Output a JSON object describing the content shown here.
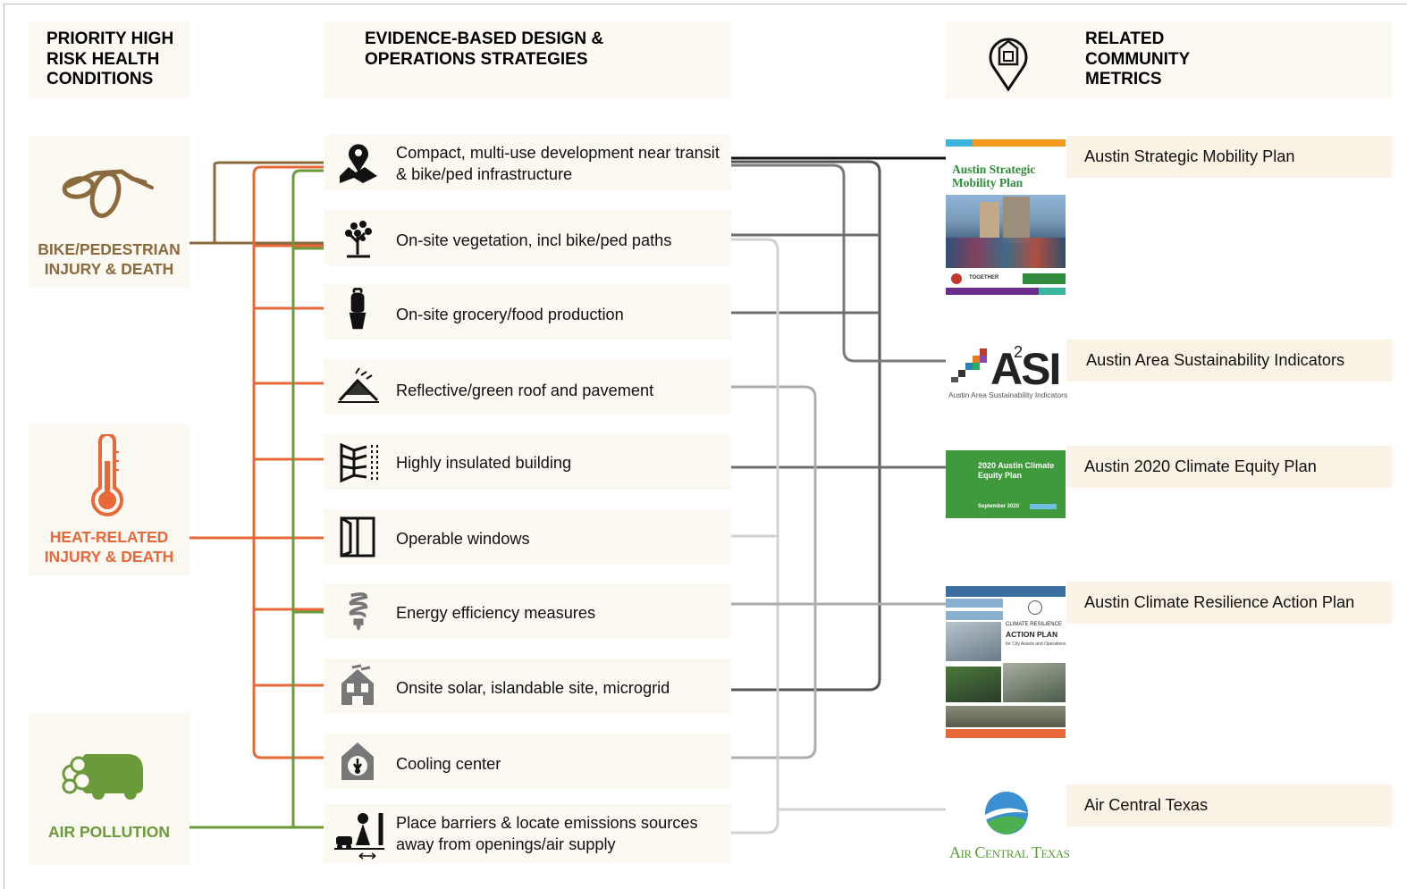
{
  "headers": {
    "conditions": "PRIORITY HIGH RISK HEALTH CONDITIONS",
    "strategies": "EVIDENCE-BASED DESIGN & OPERATIONS STRATEGIES",
    "metrics": "RELATED COMMUNITY METRICS"
  },
  "conditions": [
    {
      "label": "BIKE/PEDESTRIAN INJURY & DEATH",
      "color": "#8b6a3e",
      "icon": "bicycle-icon"
    },
    {
      "label": "HEAT-RELATED INJURY & DEATH",
      "color": "#e8683a",
      "icon": "thermometer-icon"
    },
    {
      "label": "AIR POLLUTION",
      "color": "#6b9a3a",
      "icon": "car-exhaust-icon"
    }
  ],
  "strategies": [
    {
      "label": "Compact, multi-use development near transit & bike/ped infrastructure",
      "icon": "map-pin-icon"
    },
    {
      "label": "On-site vegetation, incl bike/ped paths",
      "icon": "tree-icon"
    },
    {
      "label": "On-site grocery/food production",
      "icon": "potted-plant-icon"
    },
    {
      "label": "Reflective/green roof and pavement",
      "icon": "roof-icon"
    },
    {
      "label": "Highly insulated building",
      "icon": "insulation-icon"
    },
    {
      "label": "Operable windows",
      "icon": "window-icon"
    },
    {
      "label": "Energy efficiency measures",
      "icon": "lightbulb-icon"
    },
    {
      "label": "Onsite solar, islandable site, microgrid",
      "icon": "solar-house-icon"
    },
    {
      "label": "Cooling center",
      "icon": "cooling-center-icon"
    },
    {
      "label": "Place barriers & locate emissions sources away from openings/air supply",
      "icon": "barrier-trees-icon"
    }
  ],
  "metrics": [
    {
      "label": "Austin Strategic Mobility Plan",
      "thumb_title": "Austin Strategic Mobility Plan",
      "thumb_footer": "TOGETHER"
    },
    {
      "label": "Austin Area Sustainability Indicators",
      "logo_text": "ASI",
      "logo_super": "2",
      "logo_caption": "Austin Area Sustainability Indicators"
    },
    {
      "label": "Austin 2020 Climate Equity Plan",
      "thumb_title": "2020 Austin Climate Equity Plan",
      "thumb_date": "September 2020"
    },
    {
      "label": "Austin Climate Resilience Action Plan",
      "thumb_title_small": "CLIMATE RESILIENCE",
      "thumb_title": "ACTION PLAN",
      "thumb_sub": "for City Assets and Operations"
    },
    {
      "label": "Air Central Texas",
      "logo_text": "Air Central Texas"
    }
  ],
  "colors": {
    "bike": "#8b6a3e",
    "heat": "#e8683a",
    "air": "#6b9a3a",
    "dark_line": "#111111",
    "gray1": "#6e6e6e",
    "gray2": "#8c8c8c",
    "gray3": "#c4c4c4"
  }
}
